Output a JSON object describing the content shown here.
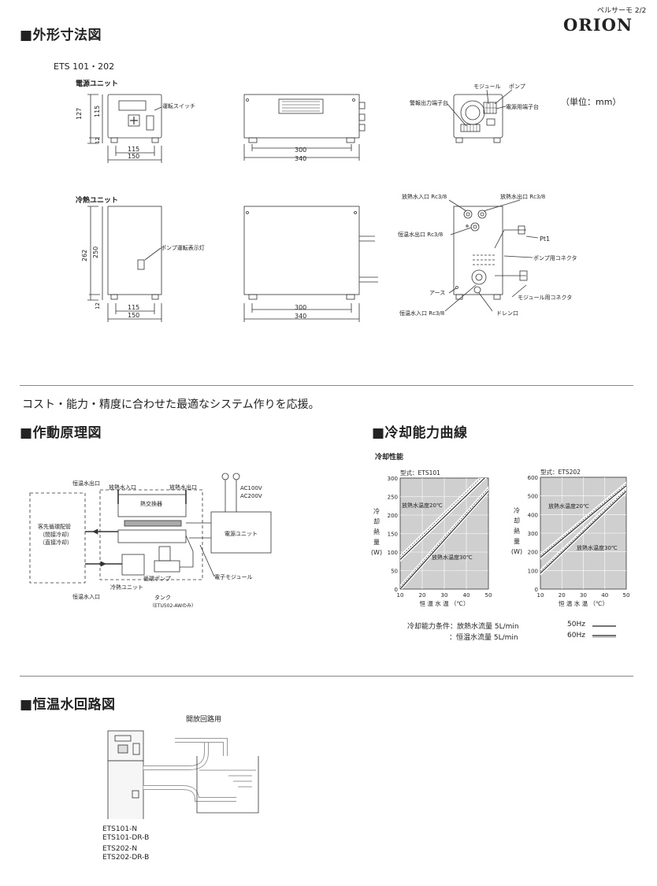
{
  "header": {
    "page_label": "ペルサーモ 2/2",
    "brand": "ORION"
  },
  "dimensions": {
    "section_title": "■外形寸法図",
    "models": "ETS 101・202",
    "unit_note": "（単位：mm）",
    "power_unit": {
      "label": "電源ユニット",
      "switch": "運転スイッチ",
      "module": "モジュール",
      "pump": "ポンプ",
      "alarm_terminal": "警報出力端子台",
      "power_terminal": "電源用端子台",
      "dims": {
        "h_total": "127",
        "h_body": "115",
        "foot": "12",
        "w_inner": "115",
        "w_total": "150",
        "d_inner": "300",
        "d_total": "340"
      }
    },
    "cooling_unit": {
      "label": "冷熱ユニット",
      "pump_lamp": "ポンプ運転表示灯",
      "heat_in": "放熱水入口 Rc3/8",
      "heat_out": "放熱水出口 Rc3/8",
      "const_out": "恒温水出口 Rc3/8",
      "const_in": "恒温水入口 Rc3/8",
      "pt1": "Pt1",
      "pump_conn": "ポンプ用コネクタ",
      "module_conn": "モジュール用コネクタ",
      "earth": "アース",
      "drain": "ドレン口",
      "dims": {
        "h_total": "262",
        "h_body": "250",
        "foot": "12",
        "w_inner": "115",
        "w_total": "150",
        "d_inner": "300",
        "d_total": "340"
      }
    }
  },
  "tagline": "コスト・能力・精度に合わせた最適なシステム作りを応援。",
  "principle": {
    "section_title": "■作動原理図",
    "const_out": "恒温水出口",
    "heat_in": "放熱水入口",
    "heat_out": "放熱水出口",
    "ac": [
      "AC100V",
      "AC200V"
    ],
    "hex": "熱交換器",
    "piping": [
      "客先循環配管",
      "（間接冷却）",
      "（直接冷却）"
    ],
    "power_unit": "電源ユニット",
    "module": "電子モジュール",
    "pump": "循環ポンプ",
    "cooling_unit": "冷熱ユニット",
    "tank": "タンク",
    "tank_note": "（ETU502-AWのみ）",
    "const_in": "恒温水入口"
  },
  "capacity": {
    "section_title": "■冷却能力曲線",
    "subtitle": "冷却性能",
    "ylabel": "冷却熱量(W)",
    "xlabel": "恒 温 水 温 （℃）",
    "conditions": {
      "label1": "冷却能力条件：放熱水流量 5L/min",
      "label2": "：恒温水流量 5L/min",
      "hz50": "50Hz",
      "hz60": "60Hz"
    }
  },
  "chart_data": [
    {
      "type": "line",
      "title": "型式：ETS101",
      "xlabel": "恒 温 水 温 （℃）",
      "ylabel": "冷却熱量(W)",
      "xlim": [
        10,
        50
      ],
      "ylim": [
        0,
        300
      ],
      "xticks": [
        10,
        20,
        30,
        40,
        50
      ],
      "yticks": [
        0,
        50,
        100,
        150,
        200,
        250,
        300
      ],
      "grid": true,
      "series": [
        {
          "name": "放熱水温度20℃ 50Hz",
          "x": [
            10,
            50
          ],
          "y": [
            80,
            310
          ]
        },
        {
          "name": "放熱水温度20℃ 60Hz",
          "x": [
            10,
            50
          ],
          "y": [
            87,
            320
          ]
        },
        {
          "name": "放熱水温度30℃ 50Hz",
          "x": [
            10,
            50
          ],
          "y": [
            0,
            265
          ]
        },
        {
          "name": "放熱水温度30℃ 60Hz",
          "x": [
            10,
            50
          ],
          "y": [
            6,
            272
          ]
        }
      ],
      "annotations": [
        "放熱水温度20℃",
        "放熱水温度30℃"
      ]
    },
    {
      "type": "line",
      "title": "型式：ETS202",
      "xlabel": "恒 温 水 温 （℃）",
      "ylabel": "冷却熱量(W)",
      "xlim": [
        10,
        50
      ],
      "ylim": [
        0,
        600
      ],
      "xticks": [
        10,
        20,
        30,
        40,
        50
      ],
      "yticks": [
        0,
        100,
        200,
        300,
        400,
        500,
        600
      ],
      "grid": true,
      "series": [
        {
          "name": "放熱水温度20℃ 50Hz",
          "x": [
            10,
            50
          ],
          "y": [
            170,
            555
          ]
        },
        {
          "name": "放熱水温度20℃ 60Hz",
          "x": [
            10,
            50
          ],
          "y": [
            180,
            565
          ]
        },
        {
          "name": "放熱水温度30℃ 50Hz",
          "x": [
            10,
            50
          ],
          "y": [
            85,
            525
          ]
        },
        {
          "name": "放熱水温度30℃ 60Hz",
          "x": [
            10,
            50
          ],
          "y": [
            95,
            535
          ]
        }
      ],
      "annotations": [
        "放熱水温度20℃",
        "放熱水温度30℃"
      ]
    }
  ],
  "circuit": {
    "section_title": "■恒温水回路図",
    "open_circuit": "開放回路用",
    "models": [
      "ETS101-N",
      "ETS101-DR-B",
      "ETS202-N",
      "ETS202-DR-B"
    ]
  }
}
